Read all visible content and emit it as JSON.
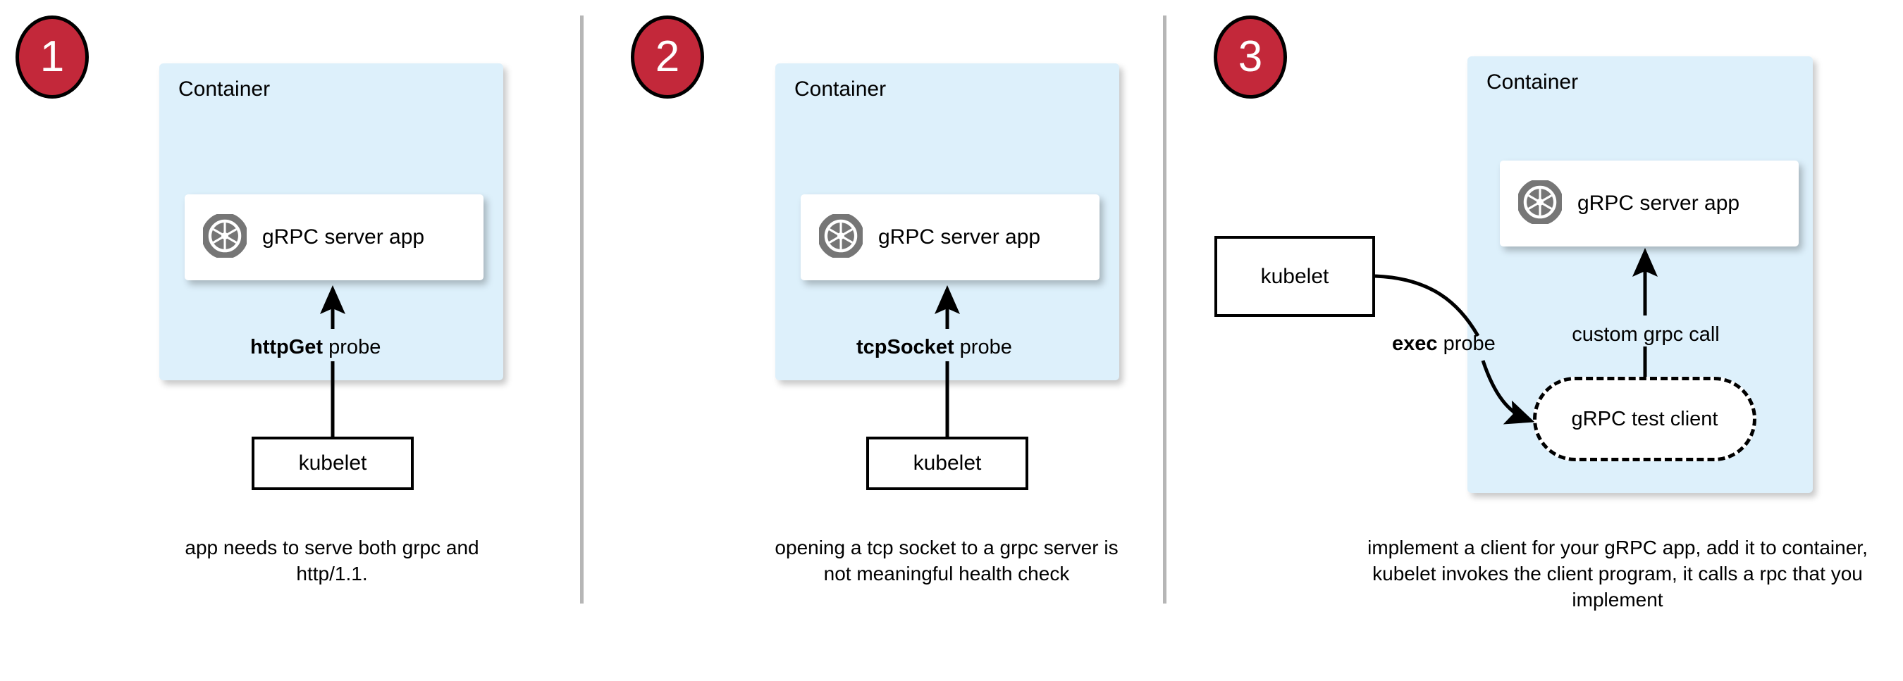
{
  "theme": {
    "badge_fill": "#c3283a",
    "badge_text": "#ffffff",
    "container_fill": "#ddf0fb",
    "card_fill": "#ffffff",
    "line_color": "#000000",
    "divider_color": "#b6b6b6",
    "grpc_icon_color": "#767676"
  },
  "panels": [
    {
      "number": "1",
      "container_label": "Container",
      "app_label": "gRPC server app",
      "app_icon": "grpc-aperture-icon",
      "probe_bold": "httpGet",
      "probe_rest": " probe",
      "actor_label": "kubelet",
      "caption": "app needs to serve both grpc and http/1.1."
    },
    {
      "number": "2",
      "container_label": "Container",
      "app_label": "gRPC server app",
      "app_icon": "grpc-aperture-icon",
      "probe_bold": "tcpSocket",
      "probe_rest": " probe",
      "actor_label": "kubelet",
      "caption": "opening a tcp socket to a grpc server is not meaningful health check"
    },
    {
      "number": "3",
      "container_label": "Container",
      "app_label": "gRPC server app",
      "app_icon": "grpc-aperture-icon",
      "probe_bold": "exec",
      "probe_rest": " probe",
      "actor_label": "kubelet",
      "inner_call_label": "custom grpc call",
      "test_client_label": "gRPC test client",
      "caption": "implement a client for your gRPC app, add it to container, kubelet invokes the client program, it calls a rpc that you implement"
    }
  ]
}
